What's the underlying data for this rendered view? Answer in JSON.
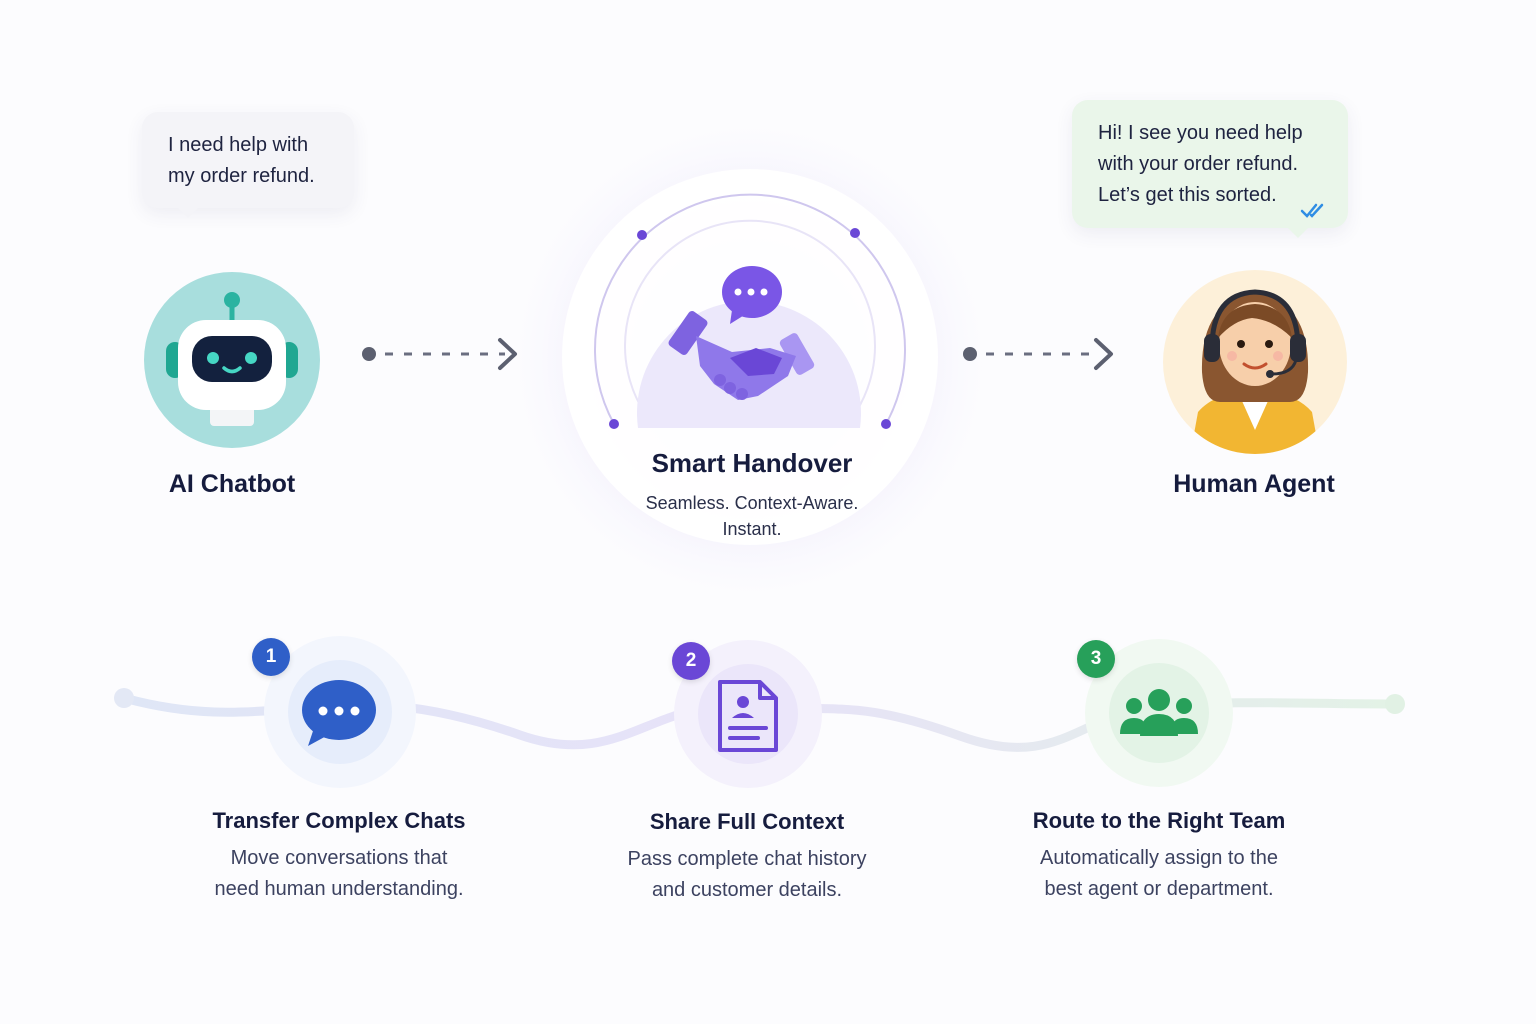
{
  "chatbot": {
    "message_lines": [
      "I need help with",
      "my order refund."
    ],
    "label": "AI Chatbot"
  },
  "handover": {
    "title": "Smart Handover",
    "subtitle_lines": [
      "Seamless. Context-Aware.",
      "Instant."
    ]
  },
  "agent": {
    "message_lines": [
      "Hi! I see you need help",
      "with your order refund.",
      "Let’s get this sorted."
    ],
    "label": "Human Agent"
  },
  "steps": [
    {
      "number": "1",
      "icon": "chat-bubble-icon",
      "title": "Transfer Complex Chats",
      "desc_lines": [
        "Move conversations that",
        "need human understanding."
      ],
      "color": "#2f5fc8"
    },
    {
      "number": "2",
      "icon": "document-user-icon",
      "title": "Share Full Context",
      "desc_lines": [
        "Pass complete chat history",
        "and customer details."
      ],
      "color": "#6a47d6"
    },
    {
      "number": "3",
      "icon": "team-icon",
      "title": "Route to the Right Team",
      "desc_lines": [
        "Automatically assign to the",
        "best agent or department."
      ],
      "color": "#27a05a"
    }
  ],
  "colors": {
    "blue": "#2f5fc8",
    "purple": "#6a47d6",
    "green": "#27a05a",
    "teal": "#a8dedd",
    "arrow": "#5c6070"
  }
}
